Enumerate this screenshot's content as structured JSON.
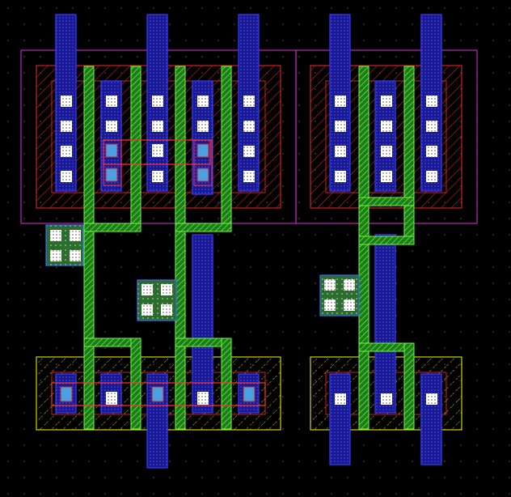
{
  "layout_view": {
    "background": "#000000",
    "colors": {
      "metal": "#2a2ab8",
      "metal_stroke": "#3a3aff",
      "poly": "#2f9e2f",
      "poly_stroke": "#66ff33",
      "nwell": "#c020c0",
      "active_red": "#cc2222",
      "active_yellow": "#e0e000",
      "contact_fill": "#ffffff",
      "via_fill": "#4aa0e0",
      "tap_fill": "#2e6b2e"
    },
    "transistor_groups": [
      {
        "name": "pmos-left",
        "type": "pmos",
        "fingers": 4,
        "contact_rows": 4
      },
      {
        "name": "pmos-right",
        "type": "pmos",
        "fingers": 2,
        "contact_rows": 4
      },
      {
        "name": "nmos-left",
        "type": "nmos",
        "fingers": 4,
        "contact_rows": 1
      },
      {
        "name": "nmos-right",
        "type": "nmos",
        "fingers": 2,
        "contact_rows": 1
      }
    ],
    "well_taps": 3
  }
}
